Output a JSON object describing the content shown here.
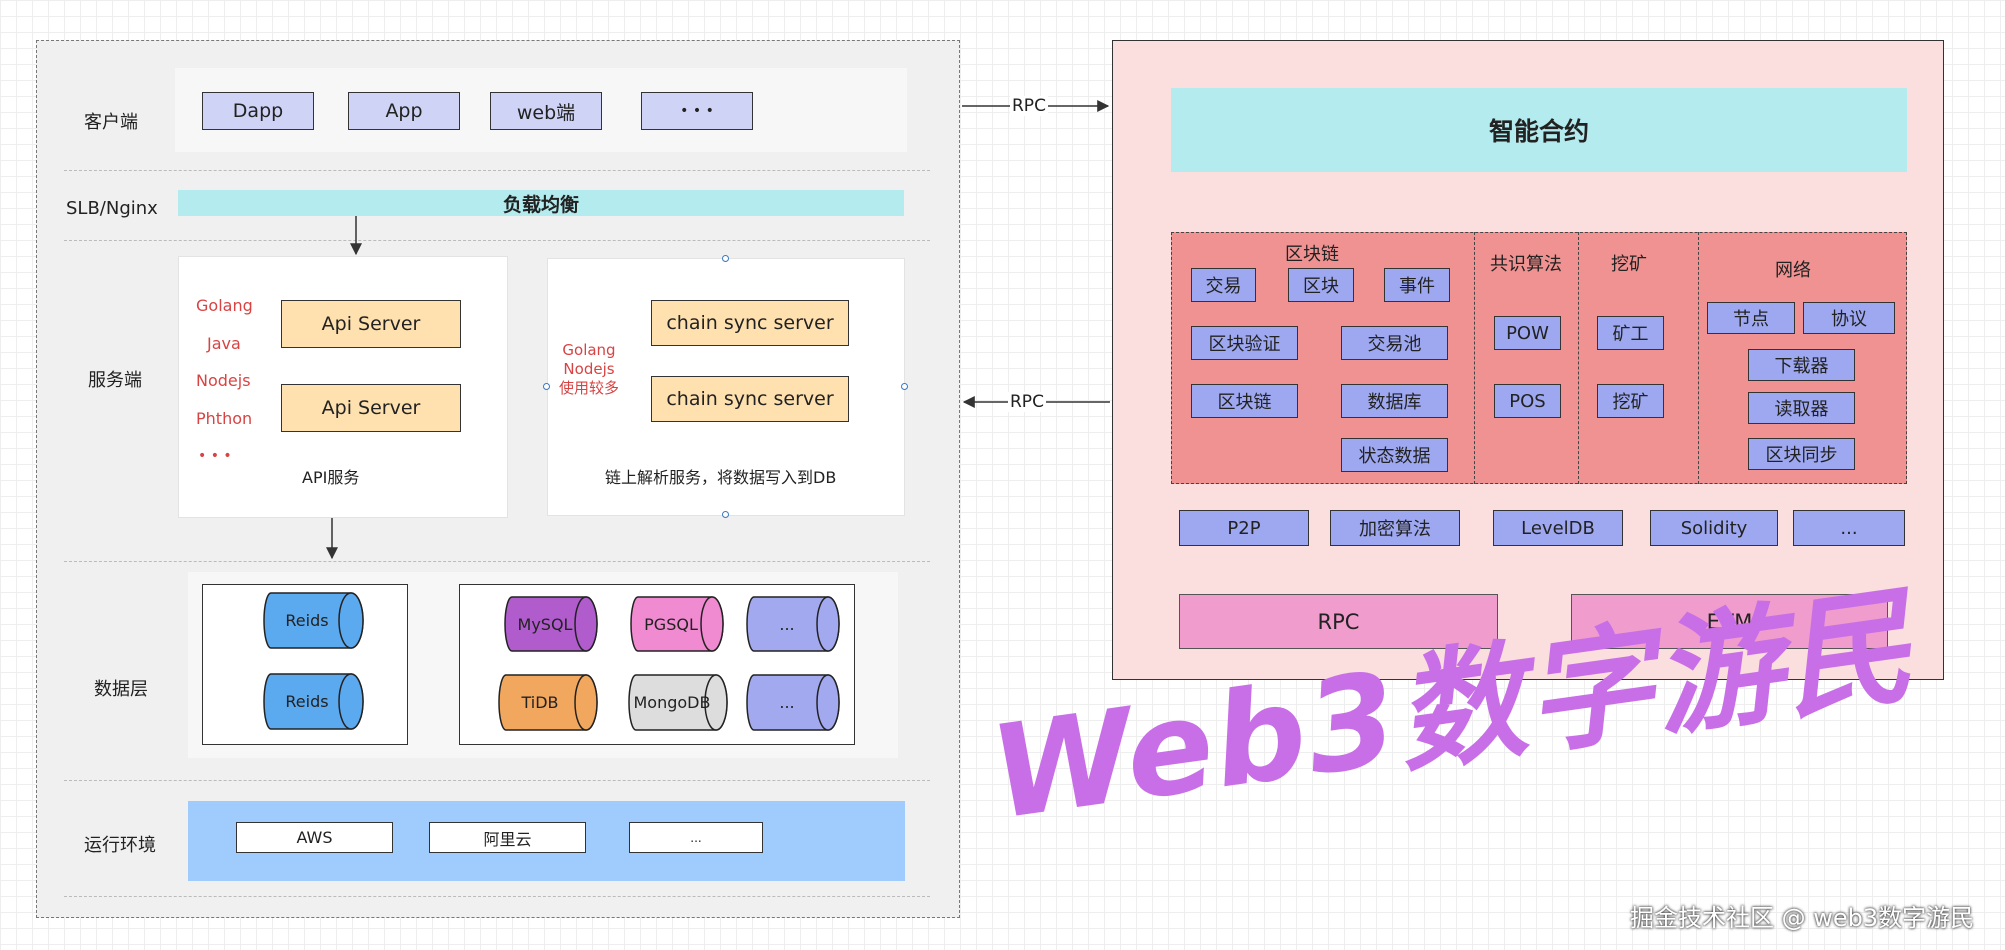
{
  "left": {
    "layers": {
      "client": "客户端",
      "slb": "SLB/Nginx",
      "server": "服务端",
      "data": "数据层",
      "env": "运行环境"
    },
    "clients": [
      "Dapp",
      "App",
      "web端",
      "• • •"
    ],
    "load_balance": "负载均衡",
    "api": {
      "languages": [
        "Golang",
        "Java",
        "Nodejs",
        "Phthon",
        "• • •"
      ],
      "servers": [
        "Api Server",
        "Api Server"
      ],
      "caption": "API服务"
    },
    "chain": {
      "languages": "Golang\nNodejs\n使用较多",
      "servers": [
        "chain sync server",
        "chain sync server"
      ],
      "caption": "链上解析服务，将数据写入到DB"
    },
    "redis": [
      "Reids",
      "Reids"
    ],
    "dbs": [
      "MySQL",
      "PGSQL",
      "...",
      "TiDB",
      "MongoDB",
      "..."
    ],
    "env_items": [
      "AWS",
      "阿里云",
      "..."
    ]
  },
  "rpc_top": "RPC",
  "rpc_mid": "RPC",
  "right": {
    "contract": "智能合约",
    "blockchain": {
      "title": "区块链",
      "items": [
        "交易",
        "区块",
        "事件",
        "区块验证",
        "交易池",
        "区块链",
        "数据库",
        "状态数据"
      ]
    },
    "consensus": {
      "title": "共识算法",
      "items": [
        "POW",
        "POS"
      ]
    },
    "mining": {
      "title": "挖矿",
      "items": [
        "矿工",
        "挖矿"
      ]
    },
    "network": {
      "title": "网络",
      "items": [
        "节点",
        "协议",
        "下载器",
        "读取器",
        "区块同步"
      ]
    },
    "bottom_row": [
      "P2P",
      "加密算法",
      "LevelDB",
      "Solidity",
      "..."
    ],
    "rpc": "RPC",
    "evm": "EVM"
  },
  "watermark": "Web3数字游民",
  "credit": "掘金技术社区 @ web3数字游民",
  "colors": {
    "client_box": "#cfd3f5",
    "load_balance": "#b3ebee",
    "server_box": "#ffe1b0",
    "right_panel": "#fbdede",
    "contract": "#b3ebee",
    "module_bg": "#ef9291",
    "module_item": "#9da8f0",
    "rpc_evm": "#f09ccd",
    "env_bar": "#9fcbfd",
    "redis": "#5ba9ef",
    "mysql": "#b05ccc",
    "pgsql": "#f08ad1",
    "tidb": "#f2a75e",
    "mongodb": "#dddddd",
    "db_more": "#a3a9ef",
    "watermark": "#c86fe8"
  }
}
